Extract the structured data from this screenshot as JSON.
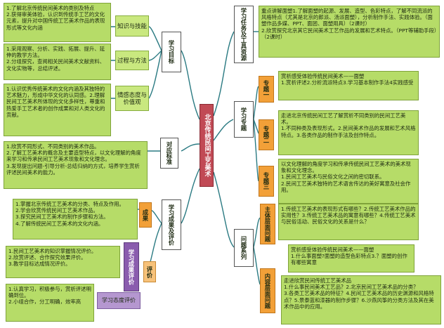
{
  "center": "北京传统民间工艺美术",
  "left": {
    "learning_goals": {
      "title": "学习目标",
      "knowledge": {
        "label": "知识与技能",
        "text": "1.了解北京传统民间美术的类别及特点\n2.获得审美体验，认识到传统手工艺的文化元素，提升对中国传统工艺美术作品的表现形式等文化内涵"
      },
      "process": {
        "label": "过程与方法",
        "text": "1.采用观察、分析、实践、拓展、提升、延伸的教学方法。\n2.分组探究，查阅相关民间美术文献资料、文化实物等，总结评述。"
      },
      "attitude": {
        "label": "情感态度与价值观",
        "text": "1.认识优秀传统美术的文化内涵及其独特的艺术魅力，形成中华文化的认同感。2.理解民间工艺美术所体现的文化多样性，尊重和热爱手工艺术者的创作成果和对人类文化的贡献。"
      }
    },
    "standards": {
      "label": "对应标准",
      "text": "1.欣赏不同形式、不同类别的美术作品。\n2.了解工艺美术的概念及主要造型特点，以文化理解的角度来学习和传承民间工艺美术现象和文化理念。\n3.发现提出问题-引导分析-总结归纳的方式，培养学生赏析评述民间美术的能力。"
    },
    "outcomes": {
      "title": "学习成果及评价",
      "results": {
        "label": "成果",
        "text": "1.掌握北京传统工艺美术的分类、特点及作用。\n2.学会欣赏传统民间工艺美术作品。\n3.探究民间工艺美术的制作步骤和方法。\n4.了解传统民间工艺美术的文化内涵。"
      },
      "evaluation": {
        "label": "评价",
        "outcome_eval": {
          "label": "学习成果评价",
          "text": "1.民间工艺美术的知识掌握情况评价。\n2.欣赏评述、合作探究效果评价。\n3.教学目标达成情况评价。"
        },
        "attitude_eval": {
          "label": "学习态度评价",
          "text": "1.认真学习，积极参与，赏析评述明确到位。\n2.小组合作，分工明确，效率高"
        }
      }
    }
  },
  "right": {
    "resources": {
      "label": "学习任务及工具资源",
      "text": "重点讲解面塑1.了解面塑的起源、发展、造型、色彩特点，了解不同流派的风格特点（尤其是北京的郎派、汤派面塑），分析制作手法、实践体验。（面塑作品多媒、PPT、面团、面塑用具）（2课时）\n2.欣赏探究北京其它民间美术工艺作品的发展和艺术特点。（PPT等辅助手段）（2课时）"
    },
    "topics": {
      "title": "学习专题",
      "t1": {
        "label": "专题一",
        "text": "赏析感受体验传统民间美术——面塑\n1.赏析评述2.分析流派特点3.学习基本制作手法4实践感受"
      },
      "t2": {
        "label": "专题二",
        "text": "走进北京传统民间工艺了解赏析不同类别的民间工艺美术。\n1.不同种类及表现形式。2.民间美术作品的发展和艺术风格特点。3.各类作品的制作手法及创作特点。"
      },
      "t3": {
        "label": "专题三",
        "text": "以文化理解的角度学习和传承传统民间工艺美术的美术现象和文化理念。\n1.民间工艺美术与民俗文化之间的密切联系。\n2.民间工艺美术独特的艺术语言传达的美好寓意及社会作用。"
      }
    },
    "questions": {
      "title": "问题系列",
      "main": {
        "label": "主体层面问题",
        "text": "1.传统工艺美术的表现形式有哪些？2.传统工艺美术作品的实用性？3.传统工艺美术品的寓意有哪些？4.传统工艺美术与民俗活动、民俗文化的关系是什么？"
      },
      "content": {
        "label": "内容层面问题",
        "sub1": "赏析感受体验传统民间美术——面塑\n1.什么事面塑?面塑的造型色彩特点3.？面塑的创作有哪些寓意",
        "sub2": "走进欣赏民间传统工艺美术品\n1.什么事民间美术工艺品？2.北京民间工艺美术品的分类？\n3.各类工艺美术品的特征？4.民间工艺美术品的历史渊源和风格特点？5.景泰蓝和漆器的制作步骤？6.沙燕风筝的分类方法及其在美术作品中的应用。"
      }
    }
  }
}
